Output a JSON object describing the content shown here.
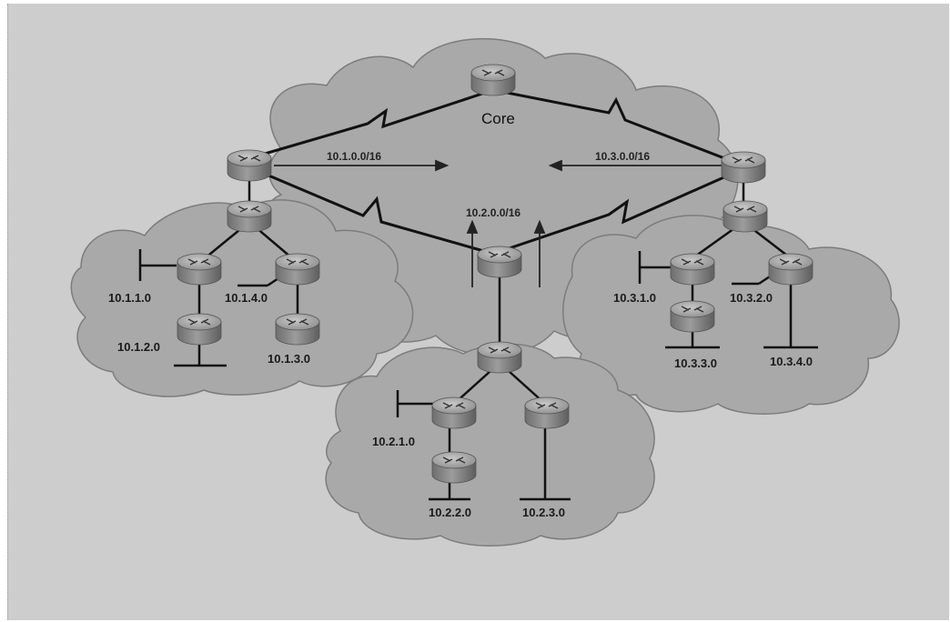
{
  "core": {
    "label": "Core"
  },
  "summaries": {
    "left": "10.1.0.0/16",
    "right": "10.3.0.0/16",
    "bottom": "10.2.0.0/16"
  },
  "networks": {
    "n1_1": "10.1.1.0",
    "n1_2": "10.1.2.0",
    "n1_3": "10.1.3.0",
    "n1_4": "10.1.4.0",
    "n2_1": "10.2.1.0",
    "n2_2": "10.2.2.0",
    "n2_3": "10.2.3.0",
    "n3_1": "10.3.1.0",
    "n3_2": "10.3.2.0",
    "n3_3": "10.3.3.0",
    "n3_4": "10.3.4.0"
  },
  "colors": {
    "background": "#cdcdcd",
    "cloud_fill": "#a9a9a9",
    "cloud_edge": "#7a7a7a",
    "link": "#111111",
    "router_body": "#9a9a9a"
  },
  "icons": {
    "router": "router-icon"
  }
}
